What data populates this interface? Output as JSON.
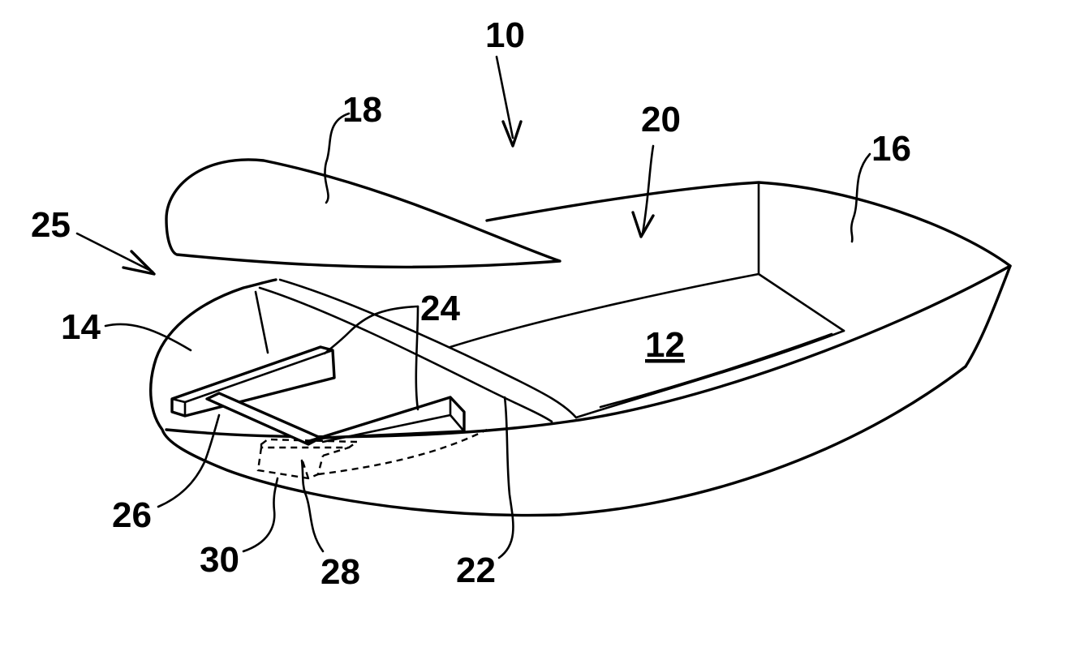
{
  "figure": {
    "labels": {
      "boat": "10",
      "hull_interior": "12",
      "bow_compartment": "14",
      "stern": "16",
      "lid": "18",
      "cavity": "20",
      "side_rail": "22",
      "runners": "24",
      "storage_area": "25",
      "cross_member": "26",
      "battery_box": "28",
      "battery": "30"
    },
    "colors": {
      "ink": "#000000",
      "paper": "#ffffff"
    }
  }
}
